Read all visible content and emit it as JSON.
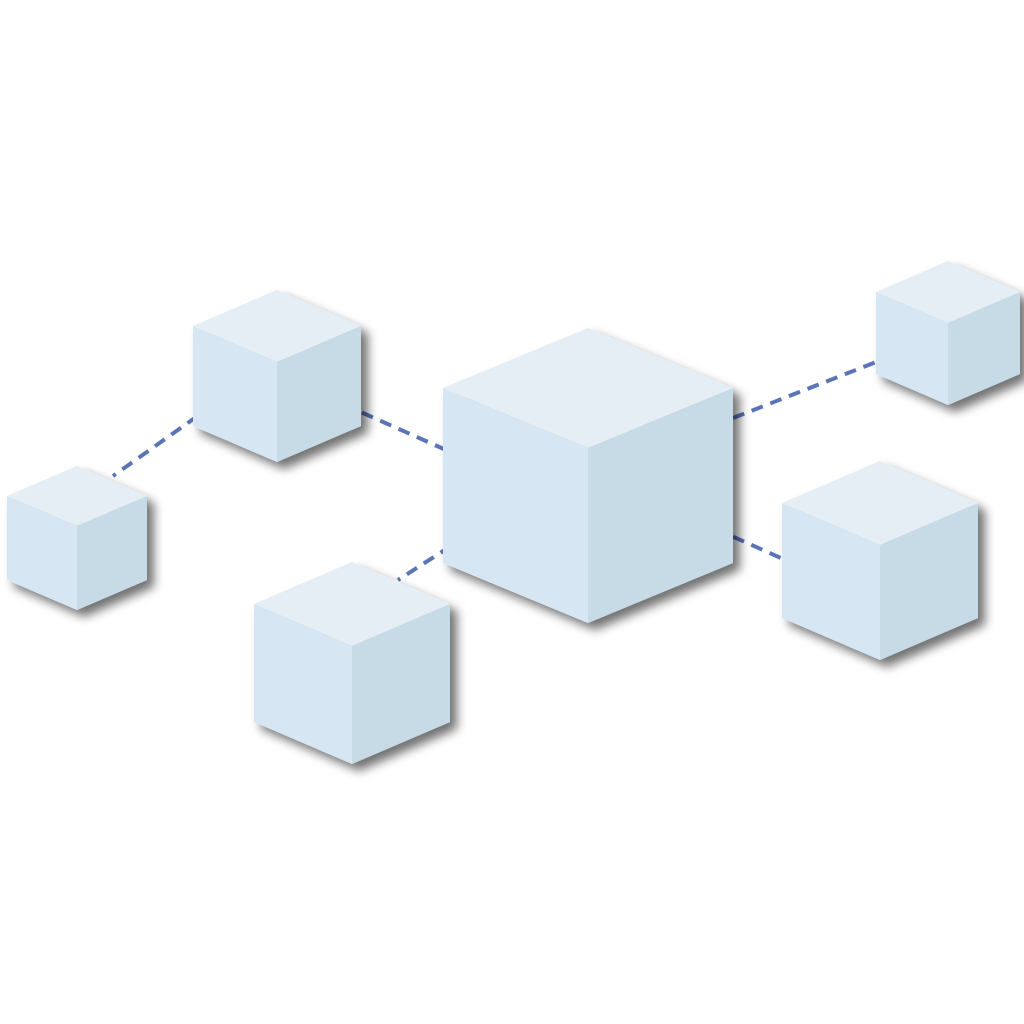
{
  "diagram": {
    "type": "network-of-cubes",
    "colors": {
      "background": "#ffffff",
      "cube_top": "#e4eef4",
      "cube_left": "#d6e6f2",
      "cube_right": "#c6dbe6",
      "connector": "#5b74b8",
      "shadow": "#000000"
    },
    "nodes": [
      {
        "id": "hub"
      },
      {
        "id": "upper-left"
      },
      {
        "id": "far-left"
      },
      {
        "id": "lower-left"
      },
      {
        "id": "upper-right"
      },
      {
        "id": "lower-right"
      }
    ],
    "edges": [
      {
        "from": "hub",
        "to": "upper-left"
      },
      {
        "from": "upper-left",
        "to": "far-left"
      },
      {
        "from": "hub",
        "to": "lower-left"
      },
      {
        "from": "hub",
        "to": "upper-right"
      },
      {
        "from": "hub",
        "to": "lower-right"
      }
    ]
  }
}
